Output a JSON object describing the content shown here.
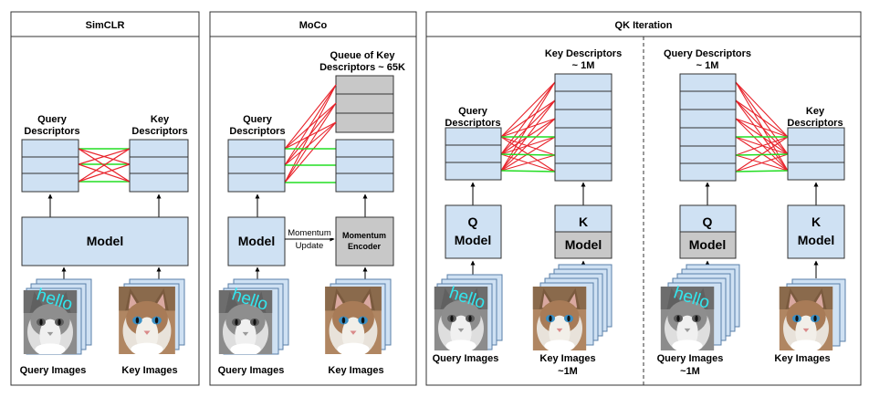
{
  "colors": {
    "box_fill": "#cfe1f3",
    "box_gray": "#c8c8c8",
    "positive_line": "#22dd22",
    "negative_line": "#e8232b",
    "stack_fill": "#cfe1f3",
    "stack_edge": "#5a7fa8"
  },
  "simclr": {
    "title": "SimCLR",
    "query_desc": [
      "Query",
      "Descriptors"
    ],
    "key_desc": [
      "Key",
      "Descriptors"
    ],
    "model": "Model",
    "query_images": "Query Images",
    "key_images": "Key Images",
    "hello": "hello"
  },
  "moco": {
    "title": "MoCo",
    "queue": [
      "Queue of Key",
      "Descriptors ~ 65K"
    ],
    "query_desc": [
      "Query",
      "Descriptors"
    ],
    "model": "Model",
    "momentum_update": [
      "Momentum",
      "Update"
    ],
    "momentum_encoder": [
      "Momentum",
      "Encoder"
    ],
    "query_images": "Query Images",
    "key_images": "Key Images",
    "hello": "hello"
  },
  "qk": {
    "title": "QK Iteration",
    "left": {
      "query_desc": [
        "Query",
        "Descriptors"
      ],
      "key_desc": [
        "Key Descriptors",
        "~ 1M"
      ],
      "q_model": [
        "Q",
        "Model"
      ],
      "k_model": [
        "K",
        "Model"
      ],
      "query_images": "Query Images",
      "key_images": [
        "Key Images",
        "~1M"
      ],
      "hello": "hello"
    },
    "right": {
      "query_desc": [
        "Query Descriptors",
        "~ 1M"
      ],
      "key_desc": [
        "Key",
        "Descriptors"
      ],
      "q_model": [
        "Q",
        "Model"
      ],
      "k_model": [
        "K",
        "Model"
      ],
      "query_images": [
        "Query Images",
        "~1M"
      ],
      "key_images": "Key Images",
      "hello": "hello"
    }
  }
}
